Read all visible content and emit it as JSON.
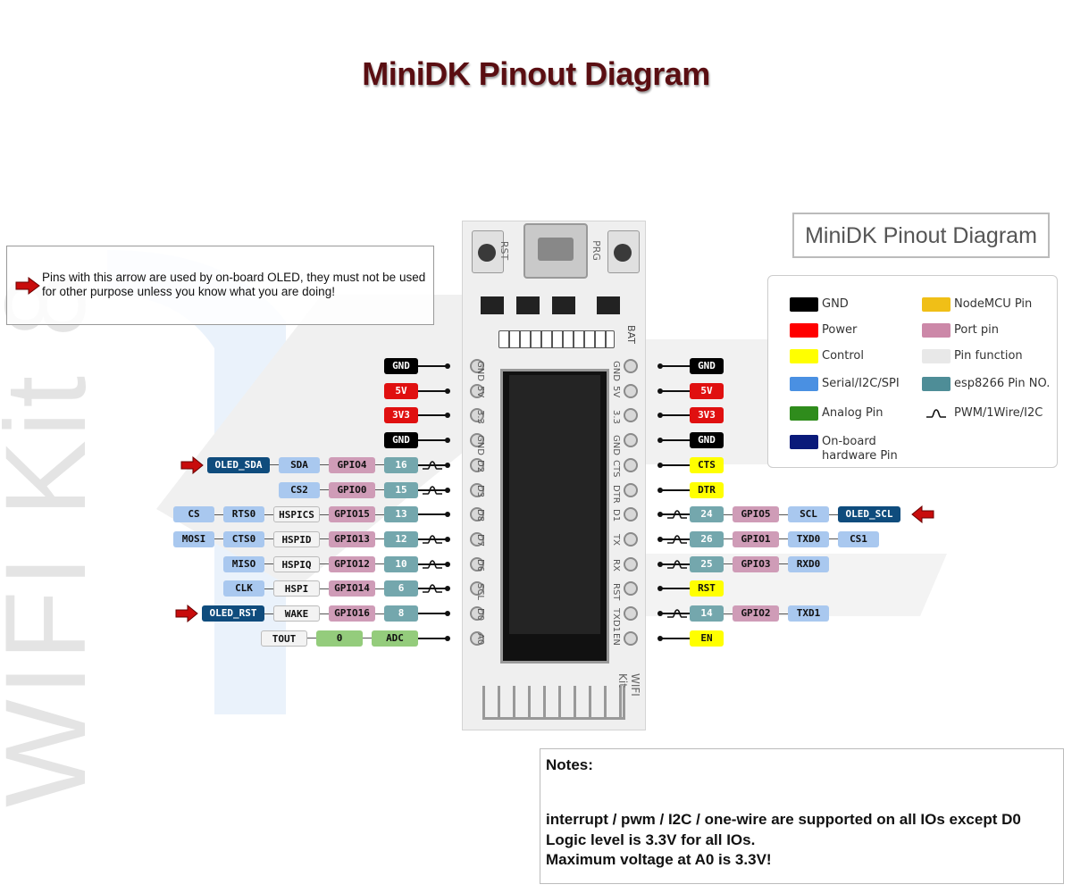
{
  "title": "MiniDK Pinout Diagram",
  "watermark": "WIFI Kit 8",
  "side_title": "MiniDK Pinout Diagram",
  "arrow_note": "Pins with this arrow are used by on-board OLED, they must not be used for other purpose unless you know what you are doing!",
  "board": {
    "buttons": [
      "RST",
      "PRG"
    ],
    "bat_label": "BAT",
    "left_silk": [
      "GND",
      "5V",
      "3.3",
      "GND",
      "D2",
      "D3",
      "D8",
      "D7",
      "D6",
      "SCL",
      "D0",
      "A0"
    ],
    "right_silk": [
      "GND",
      "5V",
      "3.3",
      "GND",
      "CTS",
      "DTR",
      "D1",
      "TX",
      "RX",
      "RST",
      "TXD1",
      "EN"
    ],
    "brand": "WIFI Kit"
  },
  "legend": [
    {
      "label": "GND",
      "color": "#000000"
    },
    {
      "label": "NodeMCU Pin",
      "color": "#f0bf17"
    },
    {
      "label": "Power",
      "color": "#ff0000"
    },
    {
      "label": "Port pin",
      "color": "#cc88a8"
    },
    {
      "label": "Control",
      "color": "#ffff00"
    },
    {
      "label": "Pin function",
      "color": "#e8e8e8"
    },
    {
      "label": "Serial/I2C/SPI",
      "color": "#4a90e2"
    },
    {
      "label": "esp8266 Pin NO.",
      "color": "#4e8d97"
    },
    {
      "label": "Analog Pin",
      "color": "#2f8c1c"
    },
    {
      "label": "PWM/1Wire/I2C",
      "color": ""
    },
    {
      "label": "On-board hardware Pin",
      "color": "#0a1a7a"
    }
  ],
  "left_rows": [
    {
      "boxes": [
        {
          "t": "GND",
          "k": "gnd"
        }
      ],
      "pwm": false,
      "arrow": false
    },
    {
      "boxes": [
        {
          "t": "5V",
          "k": "pwr"
        }
      ],
      "pwm": false,
      "arrow": false
    },
    {
      "boxes": [
        {
          "t": "3V3",
          "k": "pwr"
        }
      ],
      "pwm": false,
      "arrow": false
    },
    {
      "boxes": [
        {
          "t": "GND",
          "k": "gnd"
        }
      ],
      "pwm": false,
      "arrow": false
    },
    {
      "boxes": [
        {
          "t": "OLED_SDA",
          "k": "onb"
        },
        {
          "t": "SDA",
          "k": "ser"
        },
        {
          "t": "GPIO4",
          "k": "port"
        },
        {
          "t": "16",
          "k": "num"
        }
      ],
      "pwm": true,
      "arrow": true
    },
    {
      "boxes": [
        {
          "t": "CS2",
          "k": "ser"
        },
        {
          "t": "GPIO0",
          "k": "port"
        },
        {
          "t": "15",
          "k": "num"
        }
      ],
      "pwm": true,
      "arrow": false
    },
    {
      "boxes": [
        {
          "t": "CS",
          "k": "ser"
        },
        {
          "t": "RTS0",
          "k": "ser"
        },
        {
          "t": "HSPICS",
          "k": "func"
        },
        {
          "t": "GPIO15",
          "k": "port"
        },
        {
          "t": "13",
          "k": "num"
        }
      ],
      "pwm": false,
      "arrow": false
    },
    {
      "boxes": [
        {
          "t": "MOSI",
          "k": "ser"
        },
        {
          "t": "CTS0",
          "k": "ser"
        },
        {
          "t": "HSPID",
          "k": "func"
        },
        {
          "t": "GPIO13",
          "k": "port"
        },
        {
          "t": "12",
          "k": "num"
        }
      ],
      "pwm": true,
      "arrow": false
    },
    {
      "boxes": [
        {
          "t": "MISO",
          "k": "ser"
        },
        {
          "t": "HSPIQ",
          "k": "func"
        },
        {
          "t": "GPIO12",
          "k": "port"
        },
        {
          "t": "10",
          "k": "num"
        }
      ],
      "pwm": true,
      "arrow": false
    },
    {
      "boxes": [
        {
          "t": "CLK",
          "k": "ser"
        },
        {
          "t": "HSPI",
          "k": "func"
        },
        {
          "t": "GPIO14",
          "k": "port"
        },
        {
          "t": "6",
          "k": "num"
        }
      ],
      "pwm": true,
      "arrow": false
    },
    {
      "boxes": [
        {
          "t": "OLED_RST",
          "k": "onb"
        },
        {
          "t": "WAKE",
          "k": "func"
        },
        {
          "t": "GPIO16",
          "k": "port"
        },
        {
          "t": "8",
          "k": "num"
        }
      ],
      "pwm": false,
      "arrow": true
    },
    {
      "boxes": [
        {
          "t": "TOUT",
          "k": "func"
        },
        {
          "t": "0",
          "k": "ana"
        },
        {
          "t": "ADC",
          "k": "ana"
        }
      ],
      "pwm": false,
      "arrow": false
    }
  ],
  "right_rows": [
    {
      "boxes": [
        {
          "t": "GND",
          "k": "gnd"
        }
      ],
      "pwm": false,
      "arrow": false
    },
    {
      "boxes": [
        {
          "t": "5V",
          "k": "pwr"
        }
      ],
      "pwm": false,
      "arrow": false
    },
    {
      "boxes": [
        {
          "t": "3V3",
          "k": "pwr"
        }
      ],
      "pwm": false,
      "arrow": false
    },
    {
      "boxes": [
        {
          "t": "GND",
          "k": "gnd"
        }
      ],
      "pwm": false,
      "arrow": false
    },
    {
      "boxes": [
        {
          "t": "CTS",
          "k": "ctrl"
        }
      ],
      "pwm": false,
      "arrow": false
    },
    {
      "boxes": [
        {
          "t": "DTR",
          "k": "ctrl"
        }
      ],
      "pwm": false,
      "arrow": false
    },
    {
      "boxes": [
        {
          "t": "24",
          "k": "num"
        },
        {
          "t": "GPIO5",
          "k": "port"
        },
        {
          "t": "SCL",
          "k": "ser"
        },
        {
          "t": "OLED_SCL",
          "k": "onb"
        }
      ],
      "pwm": true,
      "arrow": true
    },
    {
      "boxes": [
        {
          "t": "26",
          "k": "num"
        },
        {
          "t": "GPIO1",
          "k": "port"
        },
        {
          "t": "TXD0",
          "k": "ser"
        },
        {
          "t": "CS1",
          "k": "ser"
        }
      ],
      "pwm": true,
      "arrow": false
    },
    {
      "boxes": [
        {
          "t": "25",
          "k": "num"
        },
        {
          "t": "GPIO3",
          "k": "port"
        },
        {
          "t": "RXD0",
          "k": "ser"
        }
      ],
      "pwm": true,
      "arrow": false
    },
    {
      "boxes": [
        {
          "t": "RST",
          "k": "ctrl"
        }
      ],
      "pwm": false,
      "arrow": false
    },
    {
      "boxes": [
        {
          "t": "14",
          "k": "num"
        },
        {
          "t": "GPIO2",
          "k": "port"
        },
        {
          "t": "TXD1",
          "k": "ser"
        }
      ],
      "pwm": true,
      "arrow": false
    },
    {
      "boxes": [
        {
          "t": "EN",
          "k": "ctrl"
        }
      ],
      "pwm": false,
      "arrow": false
    }
  ],
  "notes": {
    "heading": "Notes:",
    "lines": [
      "interrupt / pwm / I2C / one-wire are supported on all IOs except D0",
      "Logic level is 3.3V for all IOs.",
      "Maximum voltage at A0 is 3.3V!"
    ]
  }
}
